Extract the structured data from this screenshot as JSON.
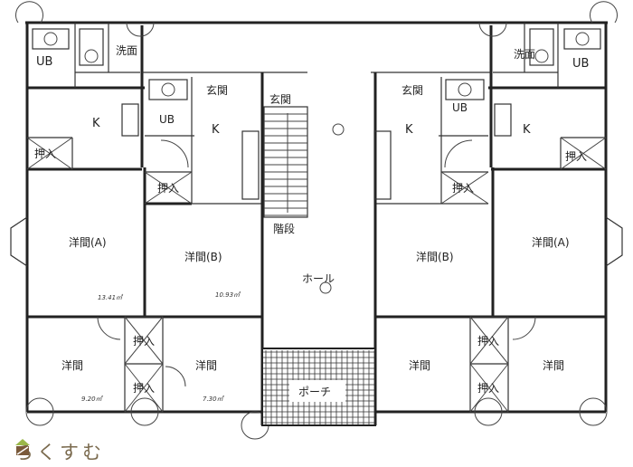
{
  "floor_plan": {
    "left_unit_a": {
      "ub": "UB",
      "washroom": "洗面",
      "kitchen": "K",
      "closet": "押入",
      "western_room_a": "洋間(A)",
      "area_a": "13.41㎡",
      "western_room": "洋間",
      "area_room": "9.20㎡"
    },
    "left_unit_b": {
      "ub": "UB",
      "entrance": "玄関",
      "kitchen": "K",
      "closet": "押入",
      "western_room_b": "洋間(B)",
      "area_b": "10.93㎡",
      "western_room": "洋間",
      "area_room": "7.30㎡"
    },
    "right_unit_b": {
      "ub": "UB",
      "entrance": "玄関",
      "kitchen": "K",
      "closet": "押入",
      "western_room_b": "洋間(B)",
      "western_room": "洋間"
    },
    "right_unit_a": {
      "ub": "UB",
      "washroom": "洗面",
      "kitchen": "K",
      "closet": "押入",
      "western_room_a": "洋間(A)",
      "western_room": "洋間"
    },
    "common": {
      "stairs": "階段",
      "hall": "ホール",
      "porch": "ポーチ",
      "entrance": "玄関"
    }
  },
  "logo": {
    "text": "らくすむ",
    "colors": {
      "green": "#9bb84a",
      "brown": "#7a5a3a"
    }
  }
}
